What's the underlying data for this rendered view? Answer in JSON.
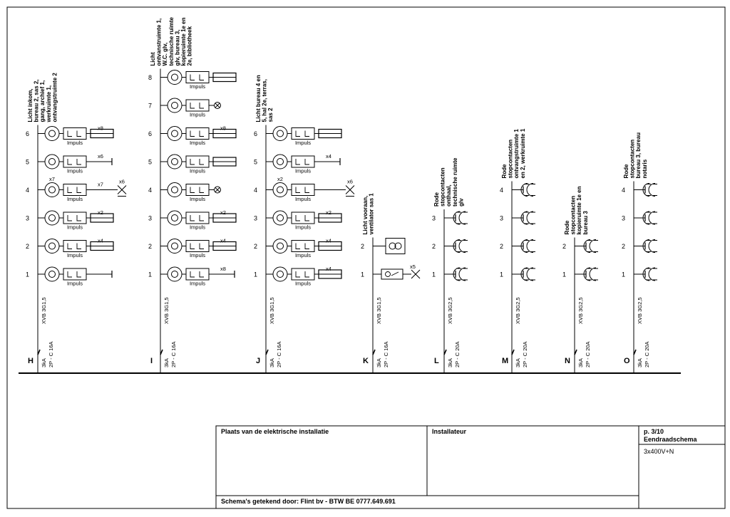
{
  "circuits": [
    {
      "letter": "H",
      "title": [
        "Licht inkom,",
        "bureau 2, sas 2,",
        "gang, archief 1,",
        "werkruimte 1,",
        "ontvangstruimte 2"
      ],
      "cable": "XVB 3G1,5",
      "rating": [
        "3kA",
        "2P - C 16A"
      ],
      "rows": [
        {
          "num": "6",
          "type": "impuls",
          "impuls": "Impuls",
          "count": "x8",
          "end": "fluo"
        },
        {
          "num": "5",
          "type": "impuls",
          "impuls": "Impuls",
          "count": "x6",
          "end": "single"
        },
        {
          "num": "4",
          "type": "impuls",
          "impuls": "Impuls",
          "count": "x7",
          "pre": "x7",
          "end": "cross-lamp",
          "end_label": "x6"
        },
        {
          "num": "3",
          "type": "impuls",
          "impuls": "Impuls",
          "count": "x2",
          "end": "fluo"
        },
        {
          "num": "2",
          "type": "impuls",
          "impuls": "Impuls",
          "count": "x4",
          "end": "fluo"
        },
        {
          "num": "1",
          "type": "impuls",
          "impuls": "Impuls",
          "count": "",
          "end": "single"
        }
      ]
    },
    {
      "letter": "I",
      "title": [
        "Licht",
        "ontvanstruimte 1,",
        "W.C. glv,",
        "technische ruimte",
        "glv, bureau 3,",
        "kopieruimte 1e en",
        "2e, bibliotheek"
      ],
      "cable": "XVB 3G1,5",
      "rating": [
        "3kA",
        "2P - C 16A"
      ],
      "rows": [
        {
          "num": "8",
          "type": "impuls",
          "impuls": "Impuls",
          "count": "",
          "end": "fluo"
        },
        {
          "num": "7",
          "type": "impuls",
          "impuls": "Impuls",
          "count": "",
          "end": "lamp"
        },
        {
          "num": "6",
          "type": "impuls",
          "impuls": "Impuls",
          "count": "x8",
          "end": "fluo"
        },
        {
          "num": "5",
          "type": "impuls",
          "impuls": "Impuls",
          "count": "",
          "end": "fluo"
        },
        {
          "num": "4",
          "type": "impuls",
          "impuls": "Impuls",
          "count": "",
          "end": "lamp"
        },
        {
          "num": "3",
          "type": "impuls",
          "impuls": "Impuls",
          "count": "x2",
          "end": "fluo"
        },
        {
          "num": "2",
          "type": "impuls",
          "impuls": "Impuls",
          "count": "x4",
          "end": "fluo"
        },
        {
          "num": "1",
          "type": "impuls",
          "impuls": "Impuls",
          "count": "x8",
          "end": "single"
        }
      ]
    },
    {
      "letter": "J",
      "title": [
        "Licht bureau 4 en",
        "5, hal 2e, terras,",
        "sas 2"
      ],
      "cable": "XVB 3G1,5",
      "rating": [
        "3kA",
        "2P - C 16A"
      ],
      "rows": [
        {
          "num": "6",
          "type": "impuls",
          "impuls": "Impuls",
          "count": "",
          "end": "fluo"
        },
        {
          "num": "5",
          "type": "impuls",
          "impuls": "Impuls",
          "count": "x4",
          "end": "single"
        },
        {
          "num": "4",
          "type": "impuls",
          "impuls": "Impuls",
          "count": "",
          "pre": "x2",
          "end": "cross-lamp",
          "end_label": "x6"
        },
        {
          "num": "3",
          "type": "impuls",
          "impuls": "Impuls",
          "count": "x2",
          "end": "fluo"
        },
        {
          "num": "2",
          "type": "impuls",
          "impuls": "Impuls",
          "count": "x4",
          "end": "fluo"
        },
        {
          "num": "1",
          "type": "impuls",
          "impuls": "Impuls",
          "count": "x4",
          "end": "fluo"
        }
      ]
    },
    {
      "letter": "K",
      "title": [
        "Licht vooraan,",
        "ventilator sas 1"
      ],
      "cable": "XVB 3G1,5",
      "rating": [
        "3kA",
        "2P - C 16A"
      ],
      "rows": [
        {
          "num": "2",
          "type": "fan"
        },
        {
          "num": "1",
          "type": "switch",
          "count": "x5"
        }
      ]
    },
    {
      "letter": "L",
      "title": [
        "Rode",
        "stopcontacten",
        "onthaal,",
        "technische ruimte",
        "glv"
      ],
      "cable": "XVB 3G2,5",
      "rating": [
        "3kA",
        "2P - C 20A"
      ],
      "rows": [
        {
          "num": "3",
          "type": "socket"
        },
        {
          "num": "2",
          "type": "socket"
        },
        {
          "num": "1",
          "type": "socket"
        }
      ]
    },
    {
      "letter": "M",
      "title": [
        "Rode",
        "stopcontacten",
        "ontvangstruimte 1",
        "en 2, werkruimte 1"
      ],
      "cable": "XVB 3G2,5",
      "rating": [
        "3kA",
        "2P - C 20A"
      ],
      "rows": [
        {
          "num": "4",
          "type": "socket"
        },
        {
          "num": "3",
          "type": "socket"
        },
        {
          "num": "2",
          "type": "socket"
        },
        {
          "num": "1",
          "type": "socket"
        }
      ]
    },
    {
      "letter": "N",
      "title": [
        "Rode",
        "stopcontacten",
        "kopieruimte 1e en",
        "bureau 3"
      ],
      "cable": "XVB 3G2,5",
      "rating": [
        "3kA",
        "2P - C 20A"
      ],
      "rows": [
        {
          "num": "2",
          "type": "socket"
        },
        {
          "num": "1",
          "type": "socket"
        }
      ]
    },
    {
      "letter": "O",
      "title": [
        "Rode",
        "stopcontacten",
        "bureau 3, bureau",
        "notaris"
      ],
      "cable": "XVB 3G2,5",
      "rating": [
        "3kA",
        "2P - C 20A"
      ],
      "rows": [
        {
          "num": "4",
          "type": "socket"
        },
        {
          "num": "3",
          "type": "socket"
        },
        {
          "num": "2",
          "type": "socket"
        },
        {
          "num": "1",
          "type": "socket"
        }
      ]
    }
  ],
  "title_block": {
    "location_label": "Plaats van de elektrische installatie",
    "installer_label": "Installateur",
    "drawn_by": "Schema's getekend door:  Flint bv - BTW BE 0777.649.691",
    "page": "p. 3/10",
    "doc_type": "Eendraadschema",
    "supply": "3x400V+N"
  }
}
